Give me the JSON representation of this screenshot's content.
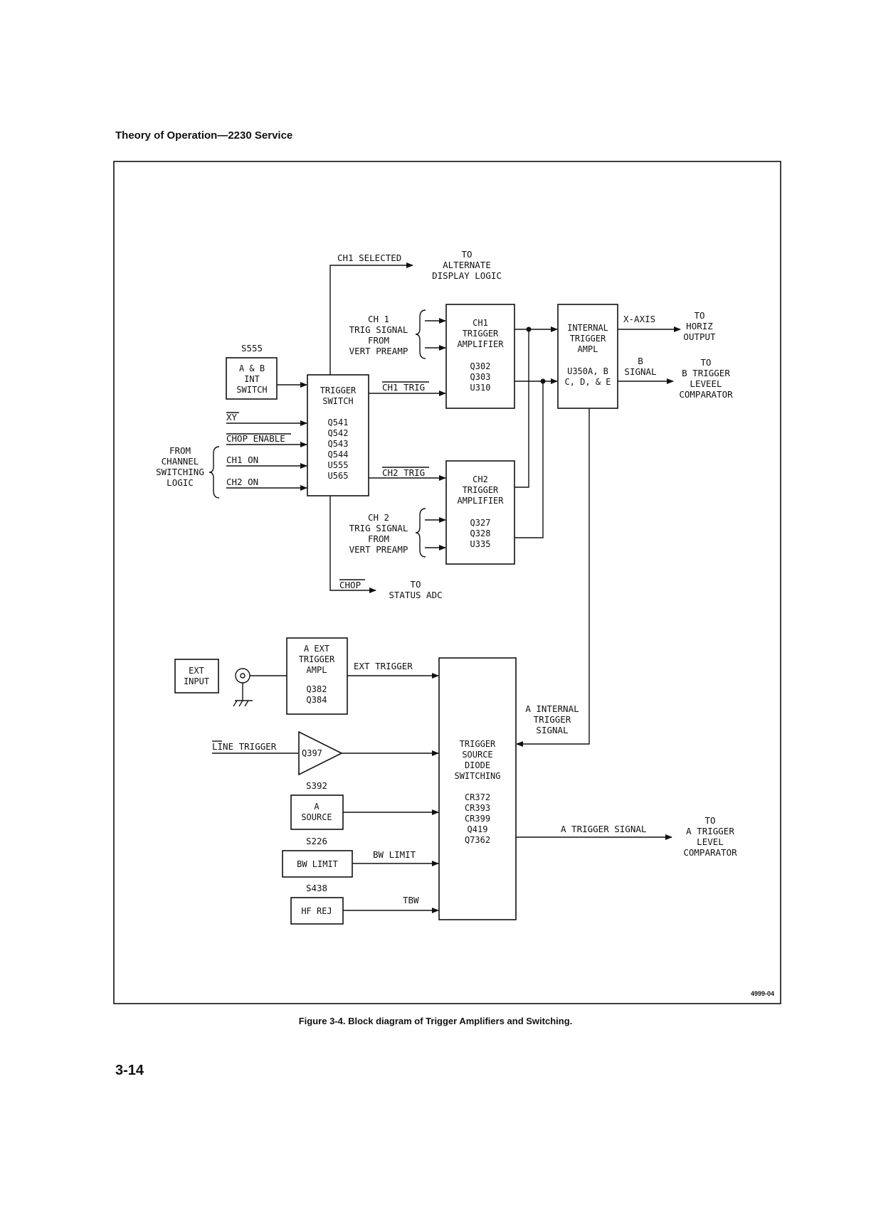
{
  "header": {
    "title": "Theory of Operation—2230 Service"
  },
  "caption": "Figure 3-4.  Block diagram of Trigger Amplifiers and Switching.",
  "page_number": "3-14",
  "figure_id": "4999-04",
  "blocks": {
    "s555": {
      "ref": "S555",
      "l1": "A & B",
      "l2": "INT",
      "l3": "SWITCH"
    },
    "trigger_switch": {
      "l1": "TRIGGER",
      "l2": "SWITCH",
      "p1": "Q541",
      "p2": "Q542",
      "p3": "Q543",
      "p4": "Q544",
      "p5": "U555",
      "p6": "U565"
    },
    "ch1_amp": {
      "l1": "CH1",
      "l2": "TRIGGER",
      "l3": "AMPLIFIER",
      "p1": "Q302",
      "p2": "Q303",
      "p3": "U310"
    },
    "ch2_amp": {
      "l1": "CH2",
      "l2": "TRIGGER",
      "l3": "AMPLIFIER",
      "p1": "Q327",
      "p2": "Q328",
      "p3": "U335"
    },
    "internal_ampl": {
      "l1": "INTERNAL",
      "l2": "TRIGGER",
      "l3": "AMPL",
      "p1": "U350A, B",
      "p2": "C, D, & E"
    },
    "ext_input": {
      "l1": "EXT",
      "l2": "INPUT"
    },
    "ext_trigger_ampl": {
      "l1": "A EXT",
      "l2": "TRIGGER",
      "l3": "AMPL",
      "p1": "Q382",
      "p2": "Q384"
    },
    "q397": "Q397",
    "a_source": {
      "ref": "S392",
      "l1": "A",
      "l2": "SOURCE"
    },
    "bw_limit": {
      "ref": "S226",
      "label": "BW LIMIT"
    },
    "hf_rej": {
      "ref": "S438",
      "label": "HF REJ"
    },
    "diode_switching": {
      "l1": "TRIGGER",
      "l2": "SOURCE",
      "l3": "DIODE",
      "l4": "SWITCHING",
      "p1": "CR372",
      "p2": "CR393",
      "p3": "CR399",
      "p4": "Q419",
      "p5": "Q7362"
    }
  },
  "signals": {
    "ch1_selected": "CH1 SELECTED",
    "to_alternate_1": "TO",
    "to_alternate_2": "ALTERNATE",
    "to_alternate_3": "DISPLAY LOGIC",
    "ch1_sig_1": "CH 1",
    "ch1_sig_2": "TRIG  SIGNAL",
    "ch1_sig_3": "FROM",
    "ch1_sig_4": "VERT PREAMP",
    "ch2_sig_1": "CH 2",
    "ch2_sig_2": "TRIG SIGNAL",
    "ch2_sig_3": "FROM",
    "ch2_sig_4": "VERT PREAMP",
    "ch1_trig": "CH1 TRIG",
    "ch2_trig": "CH2 TRIG",
    "xy": "XY",
    "chop_enable": "CHOP ENABLE",
    "ch1_on": "CH1 ON",
    "ch2_on": "CH2 ON",
    "from_ch_1": "FROM",
    "from_ch_2": "CHANNEL",
    "from_ch_3": "SWITCHING",
    "from_ch_4": "LOGIC",
    "x_axis": "X-AXIS",
    "to_horiz_1": "TO",
    "to_horiz_2": "HORIZ",
    "to_horiz_3": "OUTPUT",
    "b_signal_1": "B",
    "b_signal_2": "SIGNAL",
    "to_b_1": "TO",
    "to_b_2": "B TRIGGER",
    "to_b_3": "LEVEEL",
    "to_b_4": "COMPARATOR",
    "chop": "CHOP",
    "to_status_1": "TO",
    "to_status_2": "STATUS ADC",
    "ext_trigger": "EXT TRIGGER",
    "line_trigger": "LINE TRIGGER",
    "a_int_1": "A INTERNAL",
    "a_int_2": "TRIGGER",
    "a_int_3": "SIGNAL",
    "bw_limit_sig": "BW LIMIT",
    "tbw": "TBW",
    "a_trig_sig": "A TRIGGER SIGNAL",
    "to_a_1": "TO",
    "to_a_2": "A TRIGGER",
    "to_a_3": "LEVEL",
    "to_a_4": "COMPARATOR"
  }
}
